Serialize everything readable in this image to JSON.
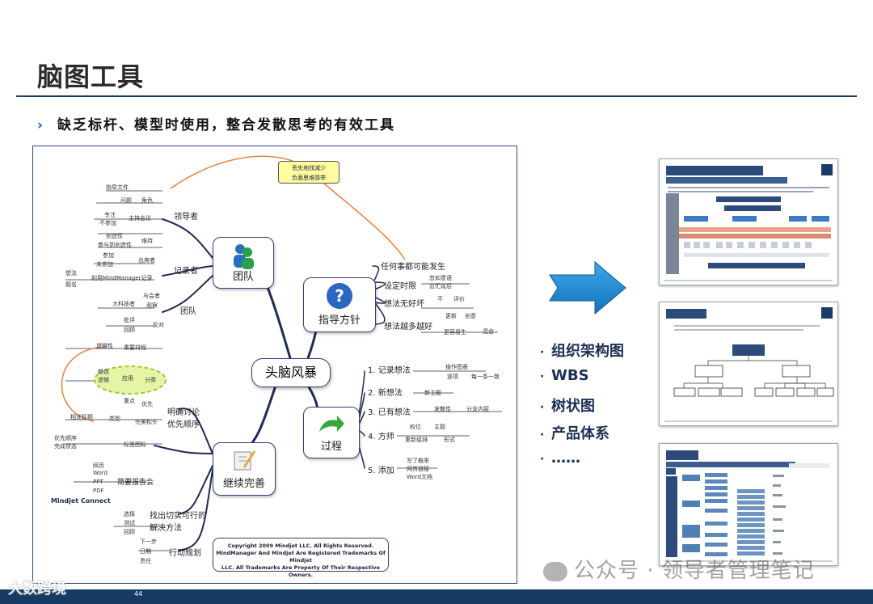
{
  "page": {
    "title": "脑图工具",
    "subtitle_bullet": "›",
    "subtitle": "缺乏标杆、模型时使用，整合发散思考的有效工具",
    "page_number": "44"
  },
  "mindmap": {
    "central": "头脑风暴",
    "callout": [
      "丢失地找减少",
      "负面思维感举"
    ],
    "branches": [
      {
        "label": "团队",
        "icon": "team-people-icon",
        "children": [
          {
            "label": "领导者",
            "leaves": [
              "指导文件",
              "问题",
              "角色",
              "专注",
              "不参加",
              "主持会议",
              "创造性",
              "参与到创造性",
              "维持"
            ]
          },
          {
            "label": "记录者",
            "leaves": [
              "参加",
              "未参加",
              "出席者",
              "想法",
              "题名",
              "利用MindManager记录"
            ]
          },
          {
            "label": "团队",
            "leaves": [
              "与会者",
              "大科技者",
              "观察",
              "批评",
              "回顾",
              "反对"
            ]
          }
        ]
      },
      {
        "label": "指导方针",
        "icon": "question-mark-icon",
        "children": [
          {
            "label": "任何事都可能发生",
            "leaves": []
          },
          {
            "label": "设定时限",
            "leaves": [
              "忽如意语",
              "忍忙延后"
            ]
          },
          {
            "label": "想法无好坏",
            "leaves": [
              "不",
              "评价"
            ]
          },
          {
            "label": "想法越多越好",
            "leaves": [
              "更新",
              "创意",
              "更容易生",
              "混合"
            ]
          }
        ]
      },
      {
        "label": "过程",
        "icon": "green-arrow-icon",
        "children": [
          {
            "label": "1. 记录想法",
            "leaves": [
              "操作图表",
              "逐项",
              "每一条一致"
            ]
          },
          {
            "label": "2. 新想法",
            "leaves": [
              "新主题"
            ]
          },
          {
            "label": "3. 已有想法",
            "leaves": [
              "发散性",
              "分支内容"
            ]
          },
          {
            "label": "4. 方师",
            "leaves": [
              "权位",
              "主题",
              "重新组排",
              "形式"
            ]
          },
          {
            "label": "5. 添加",
            "leaves": [
              "写了概率",
              "网页链接",
              "Word文档"
            ]
          }
        ]
      },
      {
        "label": "继续完善",
        "icon": "notepad-pencil-icon",
        "children": [
          {
            "label": "明确讨论优先顺序",
            "leaves": [
              "逻辑性",
              "重要排程",
              "颜色",
              "逻辑",
              "应用",
              "分类",
              "重点",
              "优先",
              "相关标题",
              "类型",
              "完美标头",
              "优先顺序",
              "完成状态",
              "标签图标"
            ]
          },
          {
            "label": "简要报告会",
            "leaves": [
              "网页",
              "Word",
              "PPT",
              "PDF"
            ]
          },
          {
            "label": "找出切实可行的解决方法",
            "leaves": [
              "选择",
              "测试",
              "回顾"
            ]
          },
          {
            "label": "行动规划",
            "leaves": [
              "下一步",
              "日期",
              "责任"
            ]
          }
        ]
      }
    ],
    "brand": "Mindjet Connect",
    "copyright": [
      "Copyright 2009 Mindjet LLC.  All Rights Reserved.",
      "MindManager And Mindjet Are Registered Trademarks Of Mindjet",
      "LLC. All Trademarks Are Property Of Their Respective Owners."
    ]
  },
  "list": {
    "dot": "·",
    "items": [
      "组织架构图",
      "WBS",
      "树状图",
      "产品体系",
      "……"
    ]
  },
  "watermark": {
    "left": "大数跨境",
    "right": "公众号 · 领导者管理笔记"
  },
  "colors": {
    "rule": "#1e3f66",
    "arrow": "#1e8fd6",
    "footer": "#163a63",
    "list_text": "#1d2f55"
  }
}
